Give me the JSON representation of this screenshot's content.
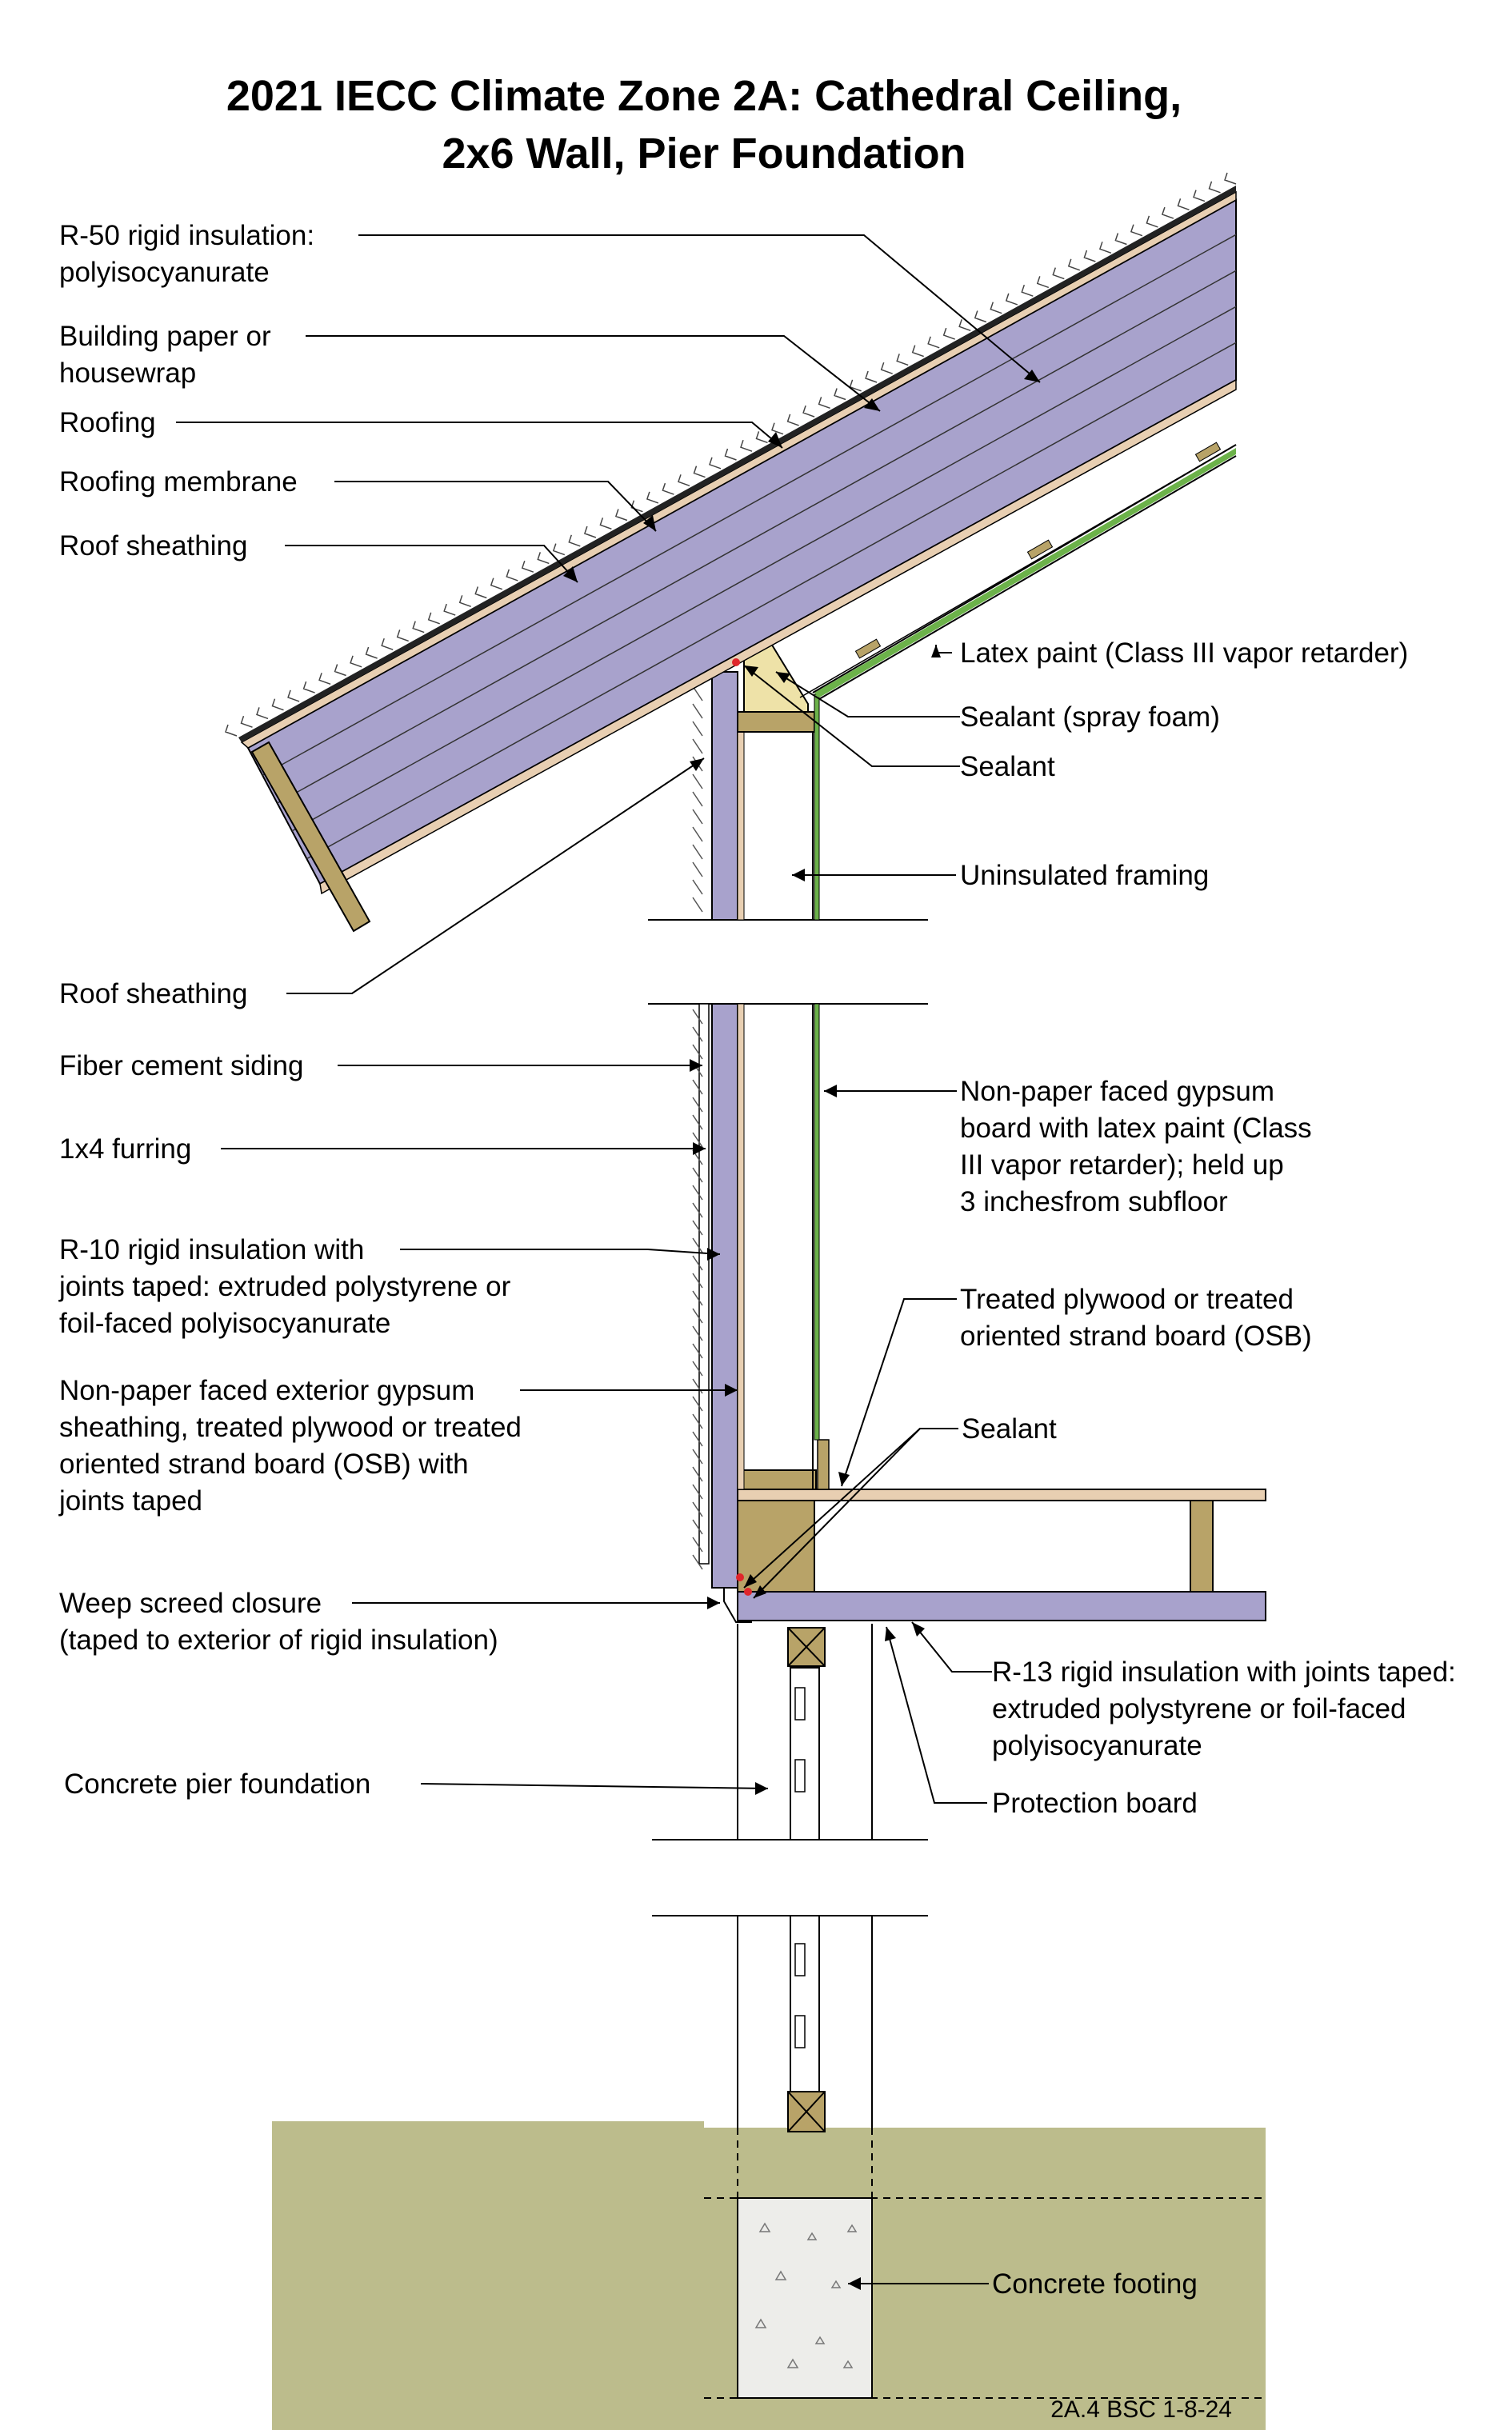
{
  "title": {
    "line1": "2021 IECC Climate Zone 2A: Cathedral Ceiling,",
    "line2": "2x6 Wall, Pier Foundation"
  },
  "labels": {
    "r50": [
      "R-50 rigid insulation:",
      "polyisocyanurate"
    ],
    "building_paper": [
      "Building paper or",
      "housewrap"
    ],
    "roofing": [
      "Roofing"
    ],
    "roofing_membrane": [
      "Roofing membrane"
    ],
    "roof_sheathing_top": [
      "Roof sheathing"
    ],
    "latex_paint": [
      "Latex paint (Class III vapor retarder)"
    ],
    "sealant_spray_foam": [
      "Sealant (spray foam)"
    ],
    "sealant_top": [
      "Sealant"
    ],
    "uninsulated_framing": [
      "Uninsulated framing"
    ],
    "roof_sheathing_bottom": [
      "Roof sheathing"
    ],
    "fiber_cement": [
      "Fiber cement siding"
    ],
    "furring": [
      "1x4 furring"
    ],
    "gypsum_board": [
      "Non-paper faced gypsum",
      "board with latex paint (Class",
      "III vapor retarder); held up",
      "3 inchesfrom subfloor"
    ],
    "r10": [
      "R-10 rigid insulation with",
      "joints taped: extruded polystyrene or",
      "foil-faced polyisocyanurate"
    ],
    "treated_plywood": [
      "Treated plywood or treated",
      "oriented strand board (OSB)"
    ],
    "exterior_gypsum": [
      "Non-paper faced exterior gypsum",
      "sheathing, treated plywood or treated",
      "oriented strand board (OSB) with",
      "joints taped"
    ],
    "sealant_bottom": [
      "Sealant"
    ],
    "weep_screed": [
      "Weep screed closure",
      "(taped to exterior of rigid insulation)"
    ],
    "r13": [
      "R-13 rigid insulation with joints taped:",
      "extruded polystyrene or foil-faced",
      "polyisocyanurate"
    ],
    "pier_foundation": [
      "Concrete pier foundation"
    ],
    "protection_board": [
      "Protection board"
    ],
    "concrete_footing": [
      "Concrete footing"
    ]
  },
  "reference_code": "2A.4 BSC 1-8-24",
  "colors": {
    "insulation": "#a8a2cc",
    "wood": "#b8a368",
    "soil": "#bcbc8c",
    "concrete": "#ededea",
    "spray_foam": "#eee2a8",
    "drywall_paint": "#6cb24a",
    "sheathing": "#e8cfb2",
    "sealant": "#e0262b"
  }
}
